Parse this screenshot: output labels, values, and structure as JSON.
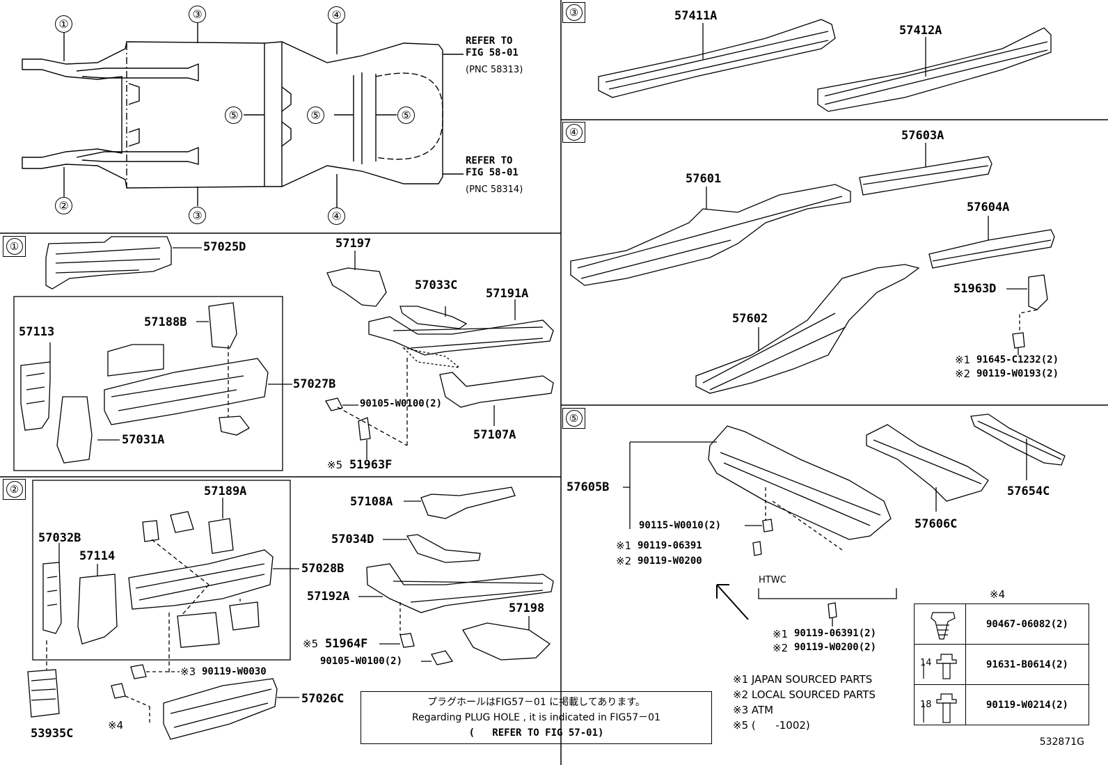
{
  "overview": {
    "ref_front": "REFER TO",
    "ref_front_fig": "FIG 58-01",
    "ref_front_pnc": "(PNC 58313)",
    "ref_rear": "REFER TO",
    "ref_rear_fig": "FIG 58-01",
    "ref_rear_pnc": "(PNC 58314)",
    "callouts": [
      "①",
      "③",
      "④",
      "⑤",
      "⑤",
      "⑤",
      "②",
      "③",
      "④"
    ]
  },
  "section_markers": {
    "s1": "①",
    "s2": "②",
    "s3": "③",
    "s4": "④",
    "s5": "⑤"
  },
  "section1": {
    "p57025D": "57025D",
    "p57113": "57113",
    "p57188B": "57188B",
    "p57027B": "57027B",
    "p57031A": "57031A",
    "p57197": "57197",
    "p57033C": "57033C",
    "p57191A": "57191A",
    "p90105": "90105-W0100(2)",
    "p57107A": "57107A",
    "p51963F_mark": "※5",
    "p51963F": "51963F"
  },
  "section2": {
    "p57189A": "57189A",
    "p57032B": "57032B",
    "p57114": "57114",
    "p57028B": "57028B",
    "p57108A": "57108A",
    "p57034D": "57034D",
    "p57192A": "57192A",
    "p57198": "57198",
    "p51964F_mark": "※5",
    "p51964F": "51964F",
    "p90105": "90105-W0100(2)",
    "p90119_mark": "※3",
    "p90119": "90119-W0030",
    "p57026C": "57026C",
    "p53935C": "53935C",
    "mark4": "※4"
  },
  "section3": {
    "p57411A": "57411A",
    "p57412A": "57412A"
  },
  "section4": {
    "p57603A": "57603A",
    "p57601": "57601",
    "p57604A": "57604A",
    "p51963D": "51963D",
    "p57602": "57602",
    "p91645_mark": "※1",
    "p91645": "91645-C1232(2)",
    "p90119_mark": "※2",
    "p90119": "90119-W0193(2)"
  },
  "section5": {
    "p57605B": "57605B",
    "p57606C": "57606C",
    "p57654C": "57654C",
    "p90115": "90115-W0010(2)",
    "p06391_mark": "※1",
    "p06391": "90119-06391",
    "pW0200_mark": "※2",
    "pW0200": "90119-W0200",
    "htwc": "HTWC",
    "h06391_mark": "※1",
    "h06391": "90119-06391(2)",
    "hW0200_mark": "※2",
    "hW0200": "90119-W0200(2)"
  },
  "legend": {
    "n1": "※1 JAPAN SOURCED PARTS",
    "n2": "※2 LOCAL SOURCED PARTS",
    "n3": "※3 ATM",
    "n5": "※5 (      -1002)"
  },
  "plug_note": {
    "line1": "プラグホールはFIG57－01 に掲載してあります。",
    "line2": "Regarding  PLUG HOLE , it is indicated in FIG57－01",
    "line3": "(   REFER TO FIG 57-01)"
  },
  "fastener_table": {
    "header": "※4",
    "rows": [
      {
        "part": "90467-06082(2)",
        "icon": "clip-icon"
      },
      {
        "part": "91631-B0614(2)",
        "icon": "bolt-icon",
        "length": "14"
      },
      {
        "part": "90119-W0214(2)",
        "icon": "bolt-icon",
        "length": "18"
      }
    ]
  },
  "figure_id": "532871G"
}
